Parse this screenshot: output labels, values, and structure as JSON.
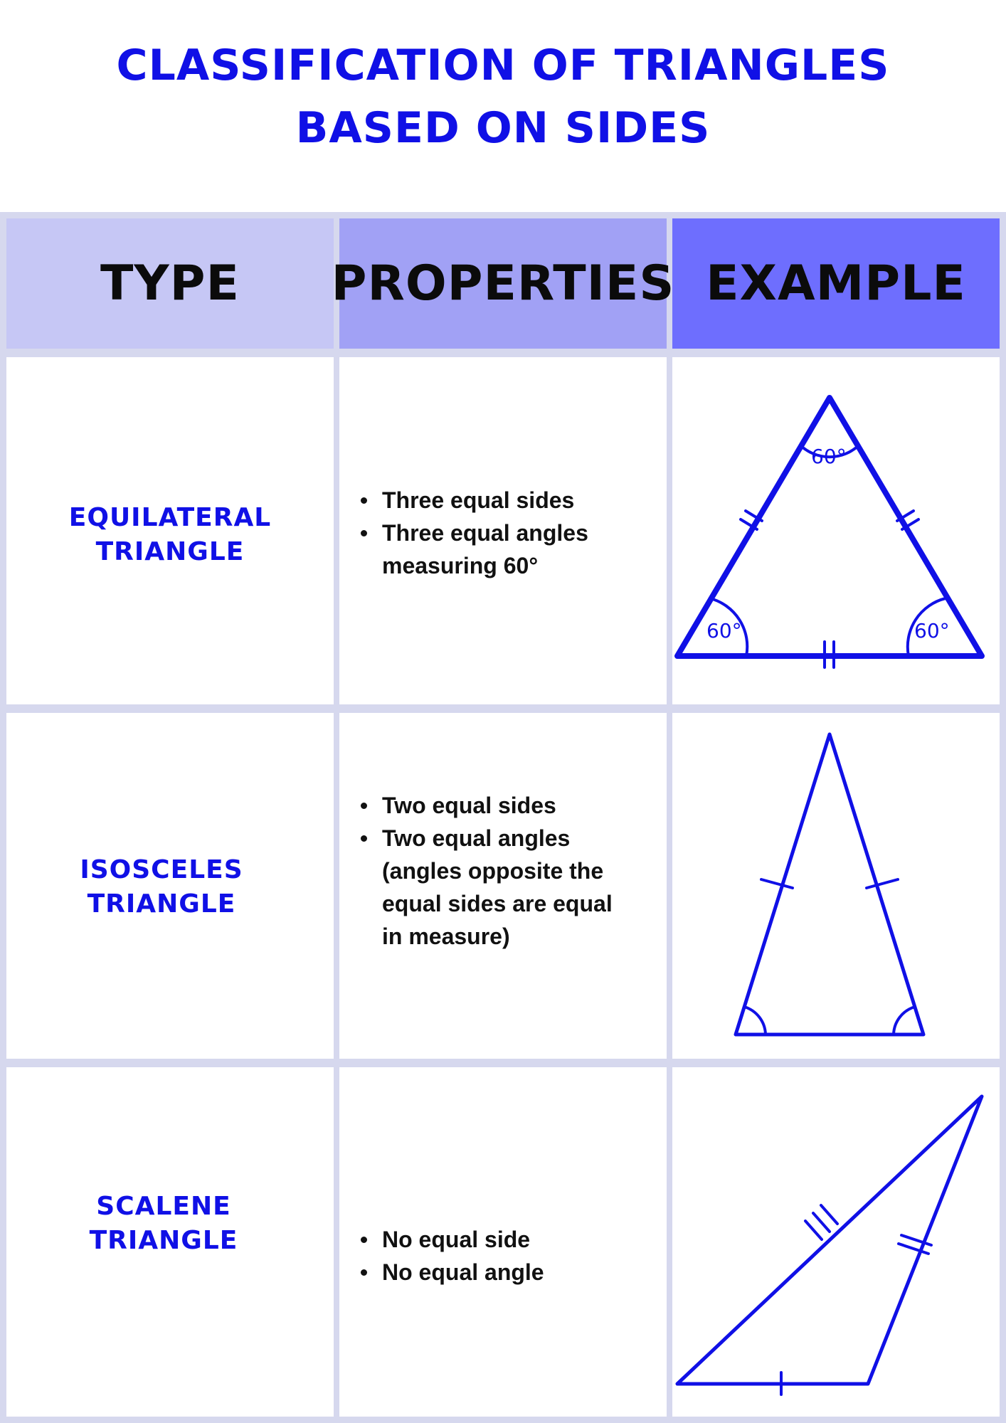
{
  "title": {
    "line1": "CLASSIFICATION OF TRIANGLES",
    "line2": "BASED ON SIDES"
  },
  "table": {
    "headers": {
      "type": "TYPE",
      "properties": "PROPERTIES",
      "example": "EXAMPLE"
    },
    "rows": [
      {
        "type_line1": "EQUILATERAL",
        "type_line2": "TRIANGLE",
        "properties": [
          "Three equal sides",
          "Three equal angles measuring 60°"
        ],
        "example": {
          "angle_top": "60°",
          "angle_left": "60°",
          "angle_right": "60°"
        }
      },
      {
        "type_line1": "ISOSCELES",
        "type_line2": "TRIANGLE",
        "properties": [
          "Two equal sides",
          "Two equal angles (angles opposite the equal sides are equal in measure)"
        ]
      },
      {
        "type_line1": "SCALENE",
        "type_line2": "TRIANGLE",
        "properties": [
          "No equal side",
          "No equal angle"
        ]
      }
    ]
  },
  "colors": {
    "accent_blue": "#1010e6",
    "grid_border": "#d6d8ee",
    "header_type_bg": "#c6c7f5",
    "header_properties_bg": "#a1a1f5",
    "header_example_bg": "#6e6efe"
  }
}
